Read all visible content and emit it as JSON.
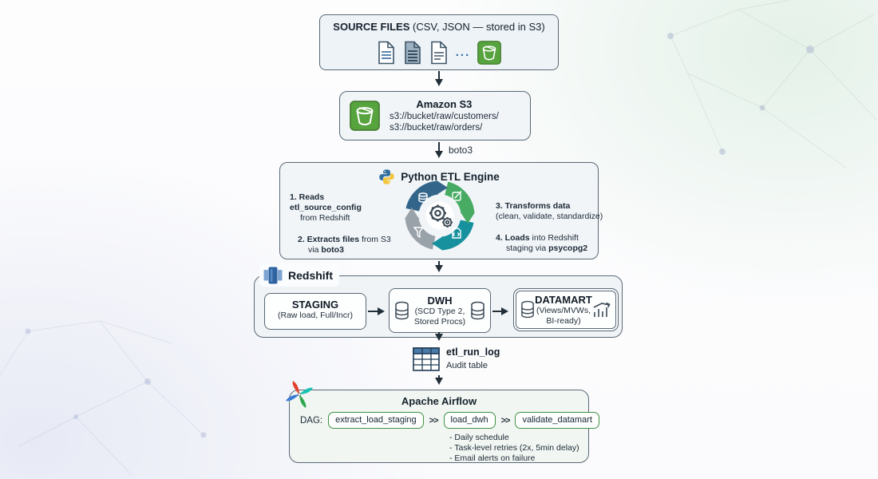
{
  "source_files": {
    "title_bold": "SOURCE FILES",
    "title_rest": " (CSV, JSON — stored in S3)",
    "ellipsis": "..."
  },
  "s3": {
    "title": "Amazon S3",
    "path1": "s3://bucket/raw/customers/",
    "path2": "s3://bucket/raw/orders/"
  },
  "labels": {
    "boto3": "boto3"
  },
  "python": {
    "title": "Python ETL Engine",
    "step1_bold": "1. Reads etl_source_config",
    "step1_line2": "from Redshift",
    "step2_bold": "2. Extracts files",
    "step2_rest": " from S3",
    "step2_line2_pre": "via ",
    "step2_line2_bold": "boto3",
    "step3_bold": "3. Transforms data",
    "step3_line2": "(clean, validate, standardize)",
    "step4_bold": "4. Loads",
    "step4_rest": " into Redshift",
    "step4_line2_pre": "staging via ",
    "step4_line2_bold": "psycopg2"
  },
  "redshift": {
    "label": "Redshift",
    "staging_title": "STAGING",
    "staging_sub": "(Raw load, Full/Incr)",
    "dwh_title": "DWH",
    "dwh_sub1": "(SCD Type 2,",
    "dwh_sub2": "Stored Procs)",
    "datamart_title": "DATAMART",
    "datamart_sub1": "(Views/MVWs,",
    "datamart_sub2": "BI-ready)"
  },
  "run_log": {
    "title": "etl_run_log",
    "subtitle": "Audit table"
  },
  "airflow": {
    "title": "Apache Airflow",
    "dag_label": "DAG:",
    "tasks": [
      "extract_load_staging",
      "load_dwh",
      "validate_datamart"
    ],
    "separator": ">>",
    "notes": [
      "- Daily schedule",
      "- Task-level retries (2x, 5min delay)",
      "- Email alerts on failure"
    ]
  },
  "colors": {
    "accent_green": "#57a33e",
    "airflow_task_border": "#3f9142",
    "cycle_navy": "#33658a",
    "cycle_green": "#47ab63",
    "cycle_teal": "#17919e",
    "cycle_gray": "#9aa2a9",
    "box_border": "#5a6876",
    "arrow": "#222e38"
  }
}
